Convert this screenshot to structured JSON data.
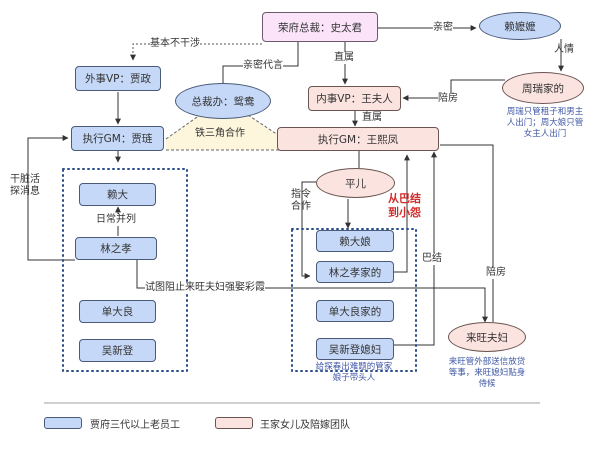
{
  "colors": {
    "veteran_fill": "#c5d8f7",
    "wang_fill": "#fbe3e0",
    "head_fill": "#fbe4fa",
    "note_text": "#3f57a6",
    "highlight_text": "#d12c2c",
    "triangle_fill": "#fdf6dc"
  },
  "nodes": {
    "shi_taijun": "荣府总裁：史太君",
    "lai_momo": "赖嬷嬷",
    "jia_zheng": "外事VP：贾政",
    "yuanyang": "总裁办：鸳鸯",
    "wang_furen": "内事VP：王夫人",
    "zhou_rui_jia": "周瑞家的",
    "jia_lian": "执行GM：贾琏",
    "wang_xifeng": "执行GM：王熙凤",
    "ping_er": "平儿",
    "lai_da": "赖大",
    "lin_zhixiao": "林之孝",
    "shan_daliang": "单大良",
    "wu_xindeng": "吴新登",
    "lai_da_niang": "赖大娘",
    "lin_zhixiao_jia": "林之孝家的",
    "shan_daliang_jia": "单大良家的",
    "wu_xindeng_xifu": "吴新登媳妇",
    "lai_wang_fufu": "来旺夫妇"
  },
  "edge_labels": {
    "basically_no_interference": "基本不干涉",
    "close_spokesperson": "亲密代言",
    "direct_report_1": "直属",
    "direct_report_2": "直属",
    "intimate": "亲密",
    "favor": "人情",
    "dowry_servant_1": "陪房",
    "dowry_servant_2": "陪房",
    "iron_triangle": "铁三角合作",
    "dirty_work": "干脏活\n探消息",
    "daily_parallel": "日常并列",
    "command_cooperate": "指令\n合作",
    "from_flatter_to_resent": "从巴结\n到小怨",
    "flatter": "巴结",
    "try_stop": "试图阻止来旺夫妇强娶彩霞"
  },
  "notes": {
    "zhou_rui": "周瑞只管租子和男主\n人出门；周大娘只管\n女主人出门",
    "wu_xindeng": "给探春出难题的管家\n娘子带头人",
    "lai_wang": "来旺管外部送信放贷\n等事，来旺媳妇贴身\n侍候"
  },
  "legend": [
    {
      "label": "贾府三代以上老员工",
      "kind": "veteran"
    },
    {
      "label": "王家女儿及陪嫁团队",
      "kind": "wang"
    }
  ]
}
